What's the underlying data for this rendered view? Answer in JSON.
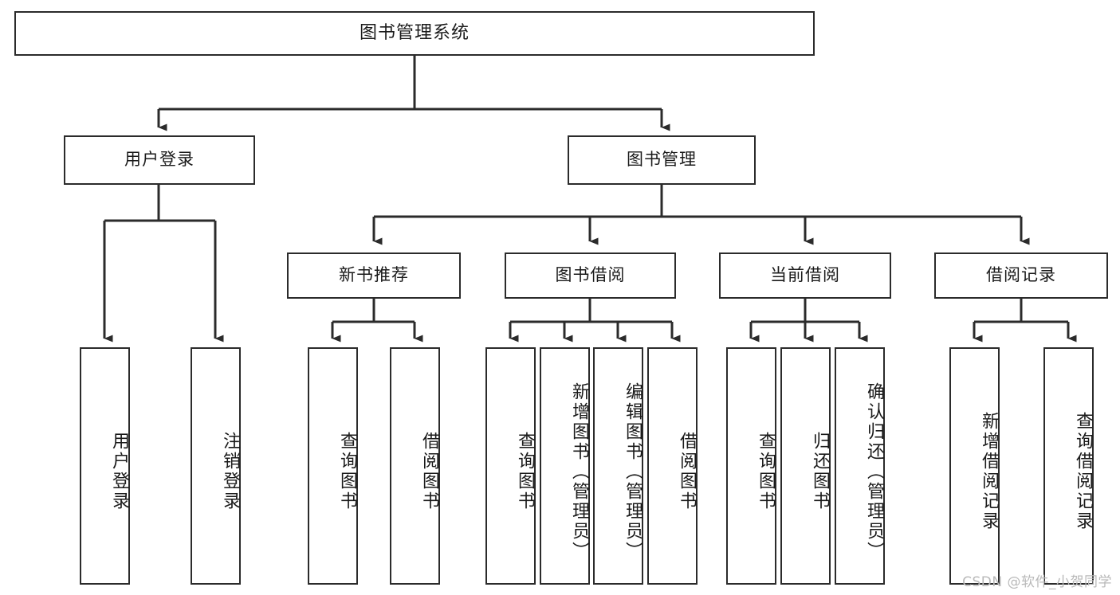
{
  "diagram": {
    "title": "图书管理系统",
    "type": "tree-hierarchy-chart",
    "colors": {
      "box_border": "#2b2b2b",
      "box_fill": "#ffffff",
      "edge": "#2b2b2b",
      "text": "#1a1a1a",
      "watermark": "#b9b9b9",
      "background": "#ffffff"
    },
    "watermark": "CSDN @软件_小贺同学",
    "levels": {
      "root": {
        "label": "图书管理系统"
      },
      "level2": [
        {
          "label": "用户登录"
        },
        {
          "label": "图书管理"
        }
      ],
      "level3": [
        {
          "label": "新书推荐"
        },
        {
          "label": "图书借阅"
        },
        {
          "label": "当前借阅"
        },
        {
          "label": "借阅记录"
        }
      ],
      "leaves": {
        "user_login": [
          {
            "label": "用户登录"
          },
          {
            "label": "注销登录"
          }
        ],
        "new_book_recommend": [
          {
            "label": "查询图书"
          },
          {
            "label": "借阅图书"
          }
        ],
        "book_borrow": [
          {
            "label": "查询图书"
          },
          {
            "label": "新增图书（管理员）"
          },
          {
            "label": "编辑图书（管理员）"
          },
          {
            "label": "借阅图书"
          }
        ],
        "current_borrow": [
          {
            "label": "查询图书"
          },
          {
            "label": "归还图书"
          },
          {
            "label": "确认归还（管理员）"
          }
        ],
        "borrow_record": [
          {
            "label": "新增借阅记录"
          },
          {
            "label": "查询借阅记录"
          }
        ]
      }
    }
  }
}
